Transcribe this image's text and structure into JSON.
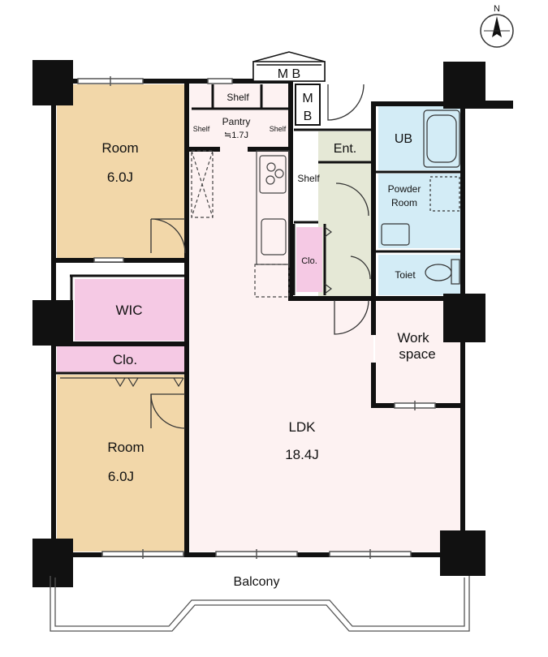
{
  "compass": {
    "north": "N"
  },
  "colors": {
    "wall": "#111111",
    "room_tan": "#f2d7a9",
    "ldk_pink": "#fdf2f2",
    "storage_pink": "#f5c9e4",
    "bath_blue": "#d3ecf6",
    "entrance_green": "#e5e8d6",
    "window_line": "#555555"
  },
  "rooms": {
    "room1": {
      "name": "Room",
      "size": "6.0J"
    },
    "room2": {
      "name": "Room",
      "size": "6.0J"
    },
    "wic": "WIC",
    "clo_bedroom": "Clo.",
    "ldk": {
      "name": "LDK",
      "size": "18.4J"
    },
    "pantry": {
      "name": "Pantry",
      "size": "≒1.7J"
    },
    "shelf_top": "Shelf",
    "shelf_left": "Shelf",
    "shelf_right": "Shelf",
    "mb_top": "M B",
    "mb_side_1": "M",
    "mb_side_2": "B",
    "entrance": "Ent.",
    "shelf_entrance": "Shelf",
    "clo_entrance": "Clo.",
    "ub": "UB",
    "powder_1": "Powder",
    "powder_2": "Room",
    "toilet": "Toiet",
    "work_1": "Work",
    "work_2": "space",
    "balcony": "Balcony"
  }
}
